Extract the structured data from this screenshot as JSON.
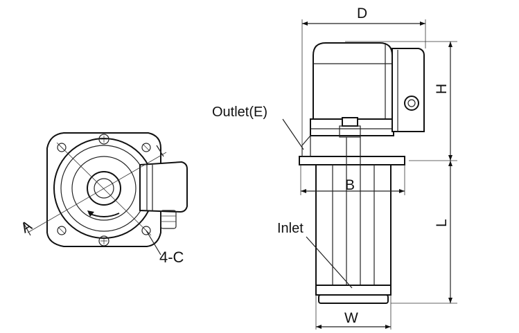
{
  "labels": {
    "dim_d": "D",
    "dim_h": "H",
    "dim_b": "B",
    "dim_l": "L",
    "dim_w": "W",
    "dim_a": "A",
    "holes": "4-C",
    "outlet": "Outlet(E)",
    "inlet": "Inlet"
  },
  "icons": {
    "rotation": "rotation-arrow-icon",
    "screw": "screw-icon"
  },
  "colors": {
    "line": "#111111",
    "background": "#ffffff"
  }
}
